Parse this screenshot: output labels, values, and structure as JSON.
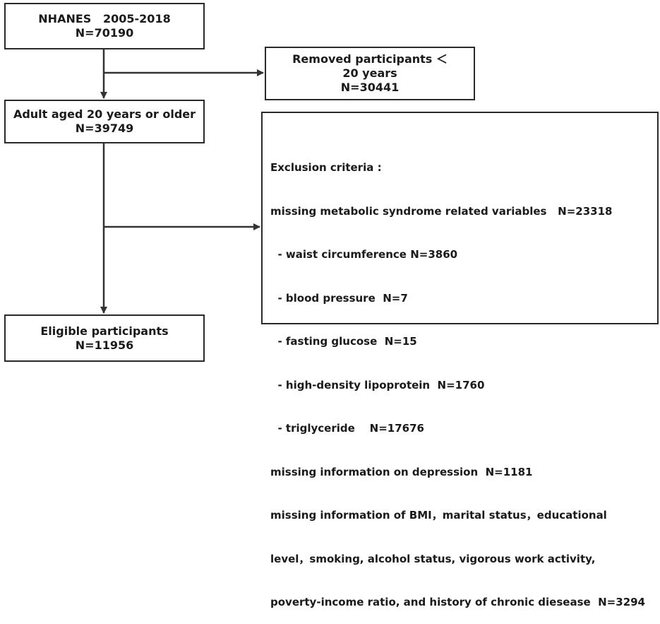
{
  "nhanes": {
    "title": "NHANES   2005-2018",
    "count": "N=70190"
  },
  "removed": {
    "title": "Removed participants ＜20 years",
    "count": "N=30441"
  },
  "adult": {
    "title": "Adult aged 20 years or older",
    "count": "N=39749"
  },
  "exclusion": {
    "lines": [
      "Exclusion criteria :",
      "missing metabolic syndrome related variables   N=23318",
      "  - waist circumference N=3860",
      "  - blood pressure  N=7",
      "  - fasting glucose  N=15",
      "  - high-density lipoprotein  N=1760",
      "  - triglyceride    N=17676",
      "missing information on depression  N=1181",
      "missing information of BMI，marital status，educational",
      "level，smoking, alcohol status, vigorous work activity,",
      "poverty-income ratio, and history of chronic diesease  N=3294"
    ]
  },
  "eligible": {
    "title": "Eligible participants",
    "count": "N=11956"
  },
  "colors": {
    "border": "#2a2a2a",
    "arrow": "#333333",
    "text": "#1a1a1a"
  }
}
